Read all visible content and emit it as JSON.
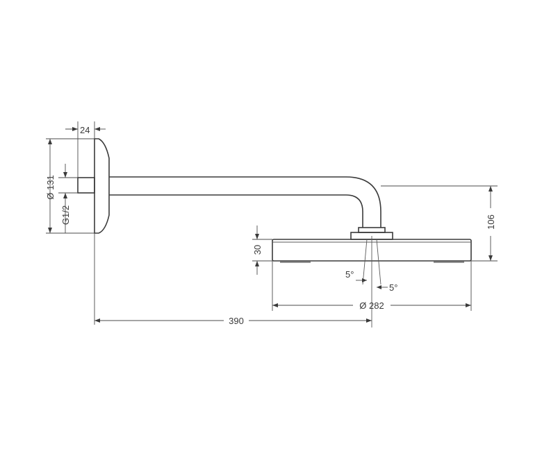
{
  "drawing": {
    "dimensions": {
      "flange_depth": "24",
      "flange_diameter": "Ø 131",
      "thread": "G1/2",
      "arm_length": "390",
      "head_height": "106",
      "head_thickness": "30",
      "head_diameter": "Ø 282",
      "tilt_left": "5°",
      "tilt_right": "5°"
    }
  }
}
